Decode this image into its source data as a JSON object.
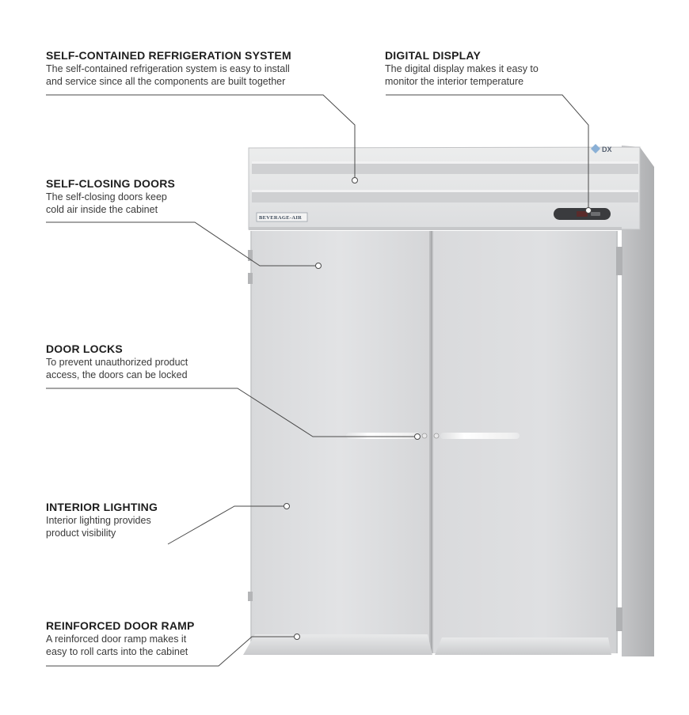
{
  "callouts": {
    "refrigeration": {
      "title": "SELF-CONTAINED REFRIGERATION SYSTEM",
      "line1": "The self-contained refrigeration system is easy to install",
      "line2": "and service since all the components are built together"
    },
    "display": {
      "title": "DIGITAL DISPLAY",
      "line1": "The digital display makes it easy to",
      "line2": "monitor the interior temperature"
    },
    "doors": {
      "title": "SELF-CLOSING DOORS",
      "line1": "The self-closing doors keep",
      "line2": "cold air inside the cabinet"
    },
    "locks": {
      "title": "DOOR LOCKS",
      "line1": "To prevent unauthorized product",
      "line2": "access, the doors can be locked"
    },
    "lighting": {
      "title": "INTERIOR LIGHTING",
      "line1": "Interior lighting provides",
      "line2": "product visibility"
    },
    "ramp": {
      "title": "REINFORCED DOOR RAMP",
      "line1": "A reinforced door ramp makes it",
      "line2": "easy to roll carts into the cabinet"
    }
  },
  "product": {
    "brand_plate": "BEVERAGE-AIR",
    "corner_badge": "DX"
  },
  "colors": {
    "leader_line": "#4a4a4a",
    "steel_light": "#e4e5e6",
    "steel_mid": "#d2d3d5",
    "steel_dark": "#b9babc"
  }
}
